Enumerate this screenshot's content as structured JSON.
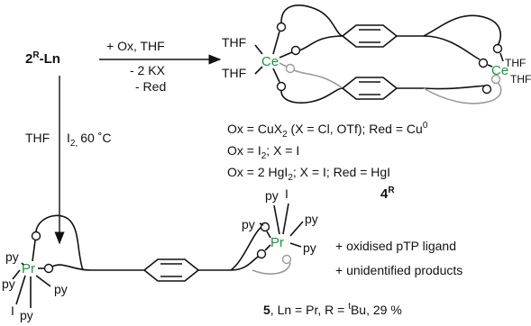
{
  "scheme": {
    "start_compound": "2",
    "start_sup": "R",
    "start_suffix": "-Ln",
    "top_arrow": {
      "line1": "+ Ox, THF",
      "line2": "- 2 KX",
      "line3": "- Red"
    },
    "side_arrow": {
      "solvent": "THF",
      "reagent": "I",
      "reagent_sub": "2,",
      "temp": "60 ˚C"
    },
    "product4": {
      "metal": "Ce",
      "ligand_thf": "THF",
      "label": "4",
      "label_sup": "R"
    },
    "conditions": [
      {
        "text": "Ox = CuX",
        "sub": "2",
        "tail": " (X = Cl, OTf); Red = Cu",
        "sup": "0"
      },
      {
        "text": "Ox = I",
        "sub": "2",
        "tail": "; X = I",
        "sup": ""
      },
      {
        "text": "Ox = 2 HgI",
        "sub": "2",
        "tail": "; X = I;  Red = HgI",
        "sup": ""
      }
    ],
    "product5": {
      "metal": "Pr",
      "ligand_py": "py",
      "ligand_i": "I",
      "byproduct1": "+ oxidised pTP ligand",
      "byproduct2": "+ unidentified products",
      "label": "5",
      "label_text": ", Ln = Pr, R = ",
      "label_sup": "t",
      "label_tail": "Bu, 29 %"
    },
    "colors": {
      "metal": "#1a9a3a",
      "ink": "#111111",
      "grey": "#9a9a9a"
    }
  }
}
